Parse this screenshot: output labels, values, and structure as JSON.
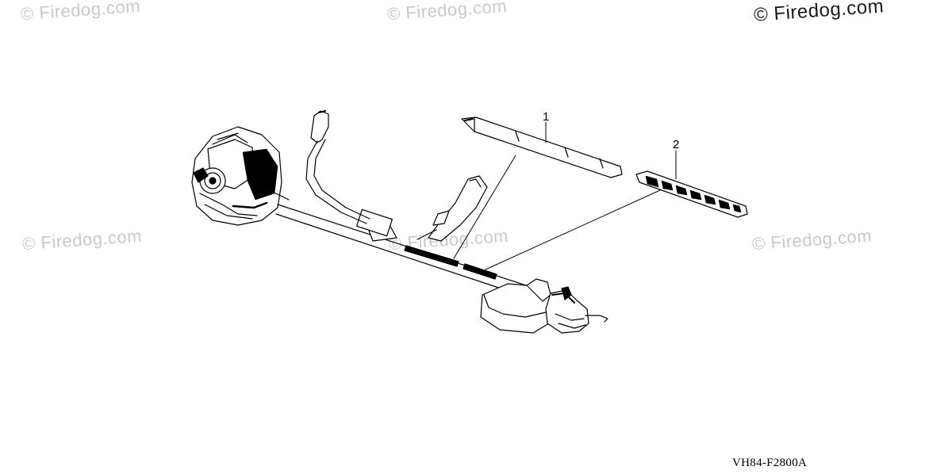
{
  "watermarks": {
    "top_left": "© Firedog.com",
    "top_center": "© Firedog.com",
    "top_right": "© Firedog.com",
    "mid_left": "© Firedog.com",
    "mid_center": "© Firedog.com",
    "mid_right": "© Firedog.com"
  },
  "callouts": {
    "part1": "1",
    "part2": "2"
  },
  "diagram_code": "VH84-F2800A",
  "colors": {
    "ink": "#000000",
    "watermark": "#c9c9c9"
  }
}
